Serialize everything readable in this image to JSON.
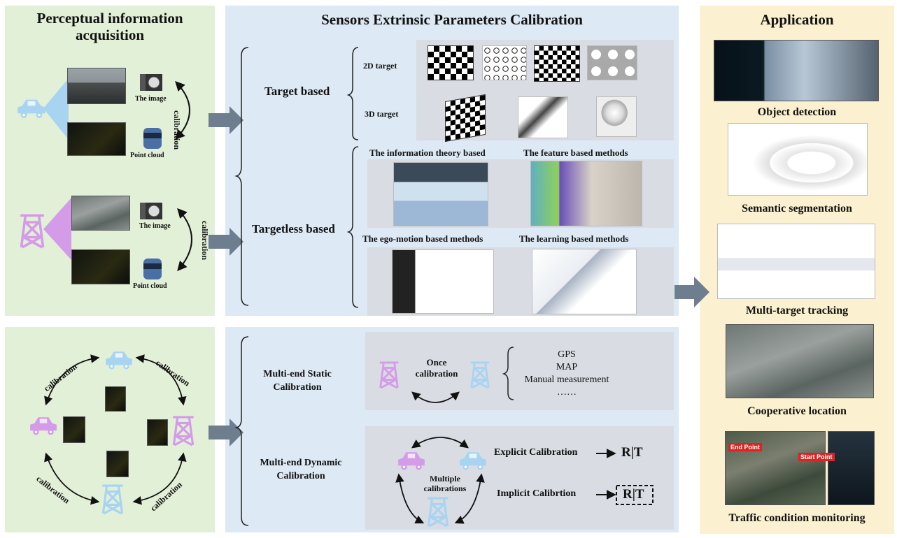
{
  "perception": {
    "title": "Perceptual information acquisition",
    "image_label": "The image",
    "point_cloud_label": "Point cloud",
    "calibration": "calibration"
  },
  "extrinsic": {
    "title": "Sensors Extrinsic Parameters Calibration",
    "target_based": "Target based",
    "target_2d": "2D target",
    "target_3d": "3D target",
    "targetless_based": "Targetless based",
    "information_theory": "The information theory based",
    "feature_based": "The feature based methods",
    "ego_motion": "The ego-motion based methods",
    "learning_based": "The learning based methods"
  },
  "multi_end": {
    "calibration": "calibration",
    "static_title": "Multi-end Static Calibration",
    "once_calibration": "Once calibration",
    "sources": [
      "GPS",
      "MAP",
      "Manual measurement",
      "……"
    ],
    "dynamic_title": "Multi-end Dynamic Calibration",
    "multiple_calibrations": "Multiple calibrations",
    "explicit": "Explicit Calibration",
    "implicit": "Implicit Calibrtion",
    "rt": "R|T"
  },
  "application": {
    "title": "Application",
    "items": [
      "Object detection",
      "Semantic  segmentation",
      "Multi-target tracking",
      "Cooperative location",
      "Traffic condition monitoring"
    ],
    "map_end_point": "End Point",
    "map_start_point": "Start Point"
  },
  "colors": {
    "vehicle": "#a8d4f2",
    "infrastructure": "#d49be8",
    "arrow": "#6e7e8f"
  }
}
